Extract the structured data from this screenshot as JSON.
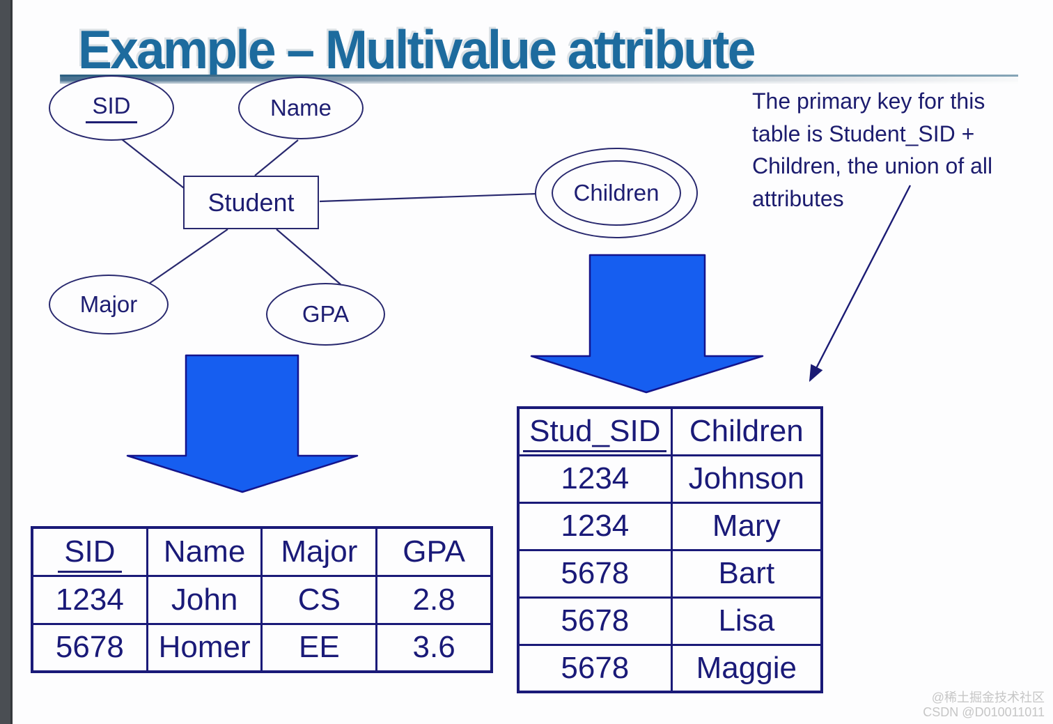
{
  "title": "Example – Multivalue attribute",
  "diagram": {
    "entity": "Student",
    "attr_sid": "SID",
    "attr_name": "Name",
    "attr_major": "Major",
    "attr_gpa": "GPA",
    "attr_children": "Children"
  },
  "annotation": {
    "line1": "The primary key for this",
    "line2": "table is Student_SID +",
    "line3": "Children, the union of all",
    "line4": "attributes"
  },
  "student_table": {
    "headers": [
      "SID",
      "Name",
      "Major",
      "GPA"
    ],
    "rows": [
      [
        "1234",
        "John",
        "CS",
        "2.8"
      ],
      [
        "5678",
        "Homer",
        "EE",
        "3.6"
      ]
    ]
  },
  "children_table": {
    "headers": [
      "Stud_SID",
      "Children"
    ],
    "rows": [
      [
        "1234",
        "Johnson"
      ],
      [
        "1234",
        "Mary"
      ],
      [
        "5678",
        "Bart"
      ],
      [
        "5678",
        "Lisa"
      ],
      [
        "5678",
        "Maggie"
      ]
    ]
  },
  "watermark": {
    "line1": "@稀土掘金技术社区",
    "line2": "CSDN @D010011011"
  },
  "colors": {
    "title": "#1d6b9e",
    "ink": "#1e1e72",
    "table_ink": "#1a1a78",
    "arrow_fill": "#165ef0",
    "arrow_stroke": "#14148c",
    "sidebar": "#4a4e53",
    "watermark": "#c6c6c6"
  }
}
